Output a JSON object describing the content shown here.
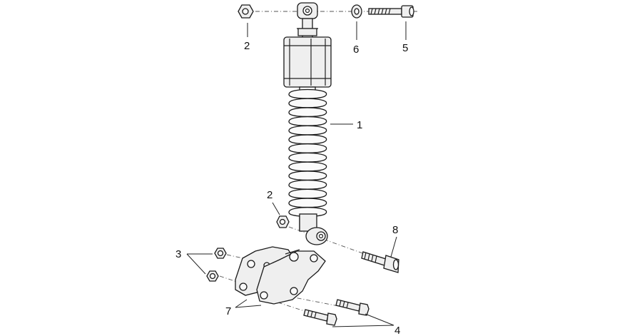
{
  "callouts": {
    "shock_absorber": "1",
    "nut_top": "2",
    "nut_bottom": "2",
    "washer_bracket": "3",
    "bolt_bracket": "4",
    "bolt_top": "5",
    "washer_top": "6",
    "bracket": "7",
    "bolt_bottom": "8"
  }
}
